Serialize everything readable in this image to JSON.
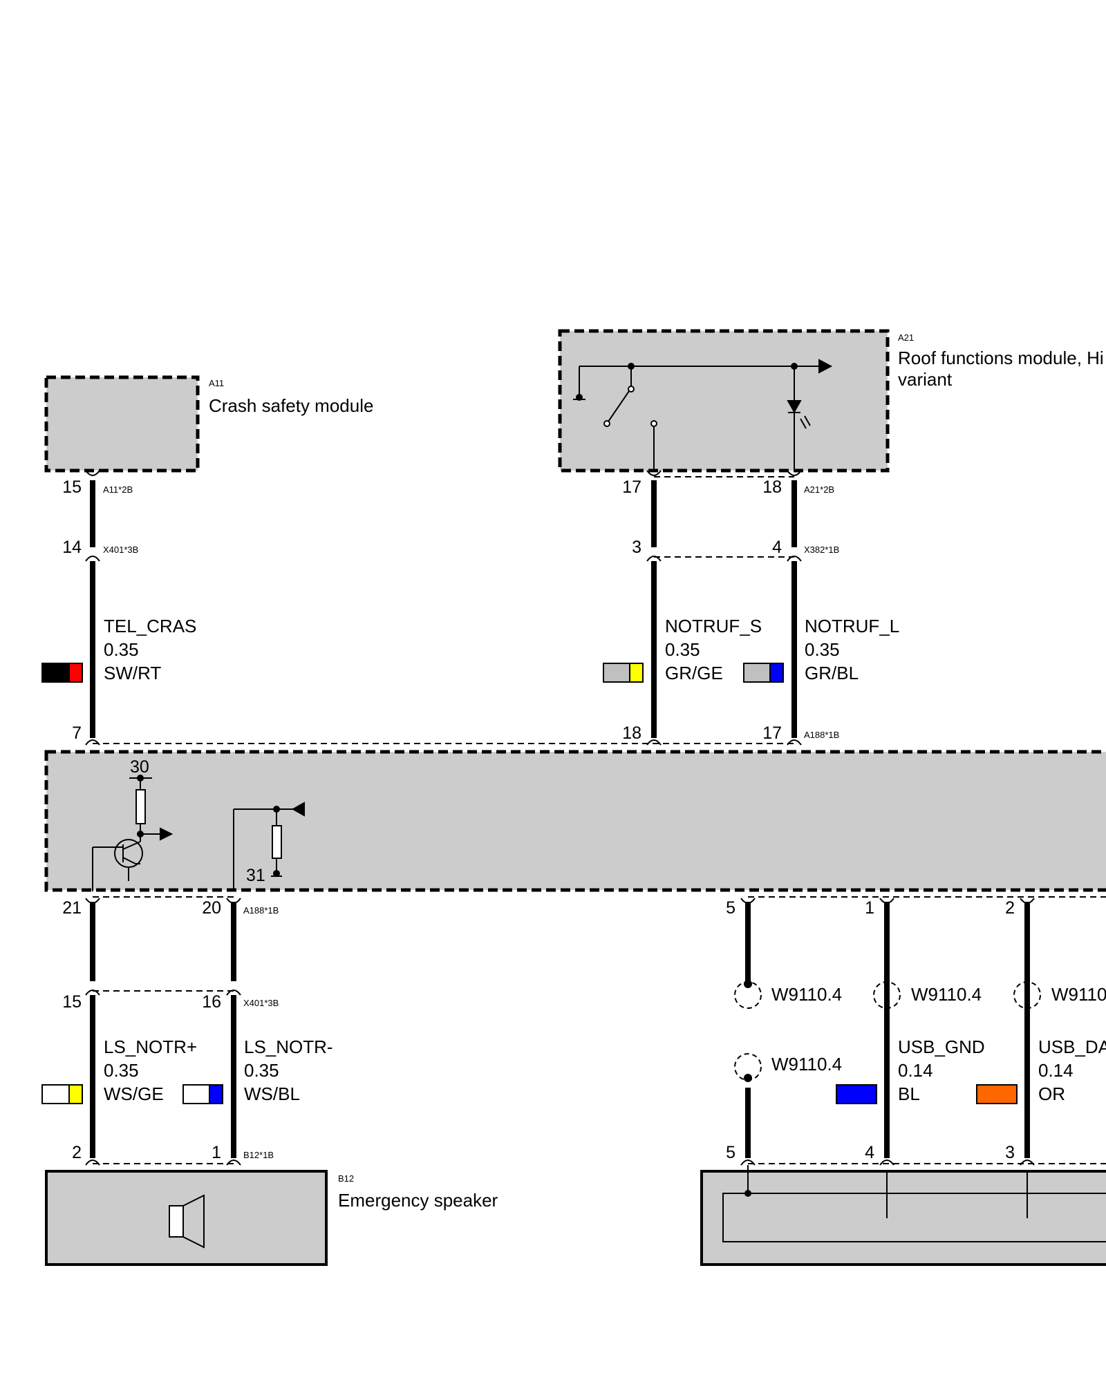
{
  "modules": {
    "crash": {
      "code": "A11",
      "name": "Crash safety module"
    },
    "roof": {
      "code": "A21",
      "name_line1": "Roof functions module, Hi",
      "name_line2": "variant"
    },
    "speaker": {
      "code": "B12",
      "name": "Emergency speaker"
    }
  },
  "connectors": {
    "a11": "A11*2B",
    "x401": "X401*3B",
    "a21": "A21*2B",
    "x382": "X382*1B",
    "a188_top": "A188*1B",
    "a188_bottom": "A188*1B",
    "x401_lower": "X401*3B",
    "b12": "B12*1B"
  },
  "wires": [
    {
      "id": "tel-cras",
      "signal": "TEL_CRAS",
      "gauge": "0.35",
      "color_code": "SW/RT",
      "colors": [
        "#000000",
        "#ff0000"
      ],
      "pins": [
        "15",
        "14",
        "7"
      ]
    },
    {
      "id": "notruf-s",
      "signal": "NOTRUF_S",
      "gauge": "0.35",
      "color_code": "GR/GE",
      "colors": [
        "#c0c0c0",
        "#ffff00"
      ],
      "pins": [
        "17",
        "3",
        "18"
      ]
    },
    {
      "id": "notruf-l",
      "signal": "NOTRUF_L",
      "gauge": "0.35",
      "color_code": "GR/BL",
      "colors": [
        "#c0c0c0",
        "#0000ff"
      ],
      "pins": [
        "18",
        "4",
        "17"
      ]
    },
    {
      "id": "ls-notr-plus",
      "signal": "LS_NOTR+",
      "gauge": "0.35",
      "color_code": "WS/GE",
      "colors": [
        "#ffffff",
        "#ffff00"
      ],
      "pins": [
        "21",
        "15",
        "2"
      ]
    },
    {
      "id": "ls-notr-minus",
      "signal": "LS_NOTR-",
      "gauge": "0.35",
      "color_code": "WS/BL",
      "colors": [
        "#ffffff",
        "#0000ff"
      ],
      "pins": [
        "20",
        "16",
        "1"
      ]
    },
    {
      "id": "usb-gnd",
      "signal": "USB_GND",
      "gauge": "0.14",
      "color_code": "BL",
      "colors": [
        "#0000ff"
      ],
      "pins": [
        "1",
        "4"
      ]
    },
    {
      "id": "usb-da",
      "signal": "USB_DA",
      "gauge": "0.14",
      "color_code": "OR",
      "colors": [
        "#ff6600"
      ],
      "pins": [
        "2",
        "3"
      ]
    }
  ],
  "shield_wire": {
    "pins": [
      "5",
      "5"
    ]
  },
  "splices": {
    "shield_top": "W9110.4",
    "gnd": "W9110.4",
    "da": "W9110",
    "shield_bottom": "W9110.4"
  },
  "internal": {
    "terminal_30": "30",
    "terminal_31": "31"
  }
}
